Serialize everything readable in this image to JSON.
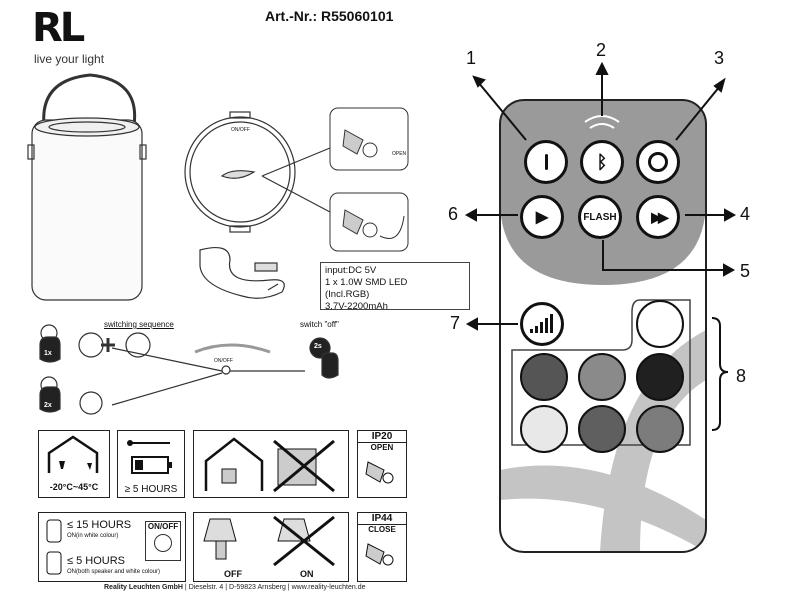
{
  "header": {
    "logo": "RL",
    "tagline": "live your light",
    "article_number": "Art.-Nr.: R55060101"
  },
  "lamp_base": {
    "onoff_label": "ON/OFF",
    "open_label": "OPEN"
  },
  "specs": {
    "lines": [
      "input:DC 5V",
      "1 x 1.0W SMD LED",
      "(Incl.RGB)",
      "3.7V-2200mAh"
    ]
  },
  "switching": {
    "sequence_label": "switching sequence",
    "switch_off_label": "switch \"off\"",
    "onoff_label": "ON/OFF",
    "one_tap": "1x",
    "two_tap": "2x",
    "hold": "2s"
  },
  "icons_row1": {
    "temperature": "-20°C~45°C",
    "battery_hours": "≥ 5 HOURS",
    "ip_rating": "IP20",
    "ip_state": "OPEN"
  },
  "icons_row2": {
    "white_hours": "≤ 15 HOURS",
    "white_note": "ON(in white colour)",
    "speaker_hours": "≤ 5 HOURS",
    "speaker_note": "ON(both speaker and white colour)",
    "onoff_button": "ON/OFF",
    "off_label": "OFF",
    "on_label": "ON",
    "ip_rating": "IP44",
    "ip_state": "CLOSE"
  },
  "footer": {
    "company": "Reality Leuchten GmbH",
    "street": "Dieselstr. 4",
    "city": "D-59823 Arnsberg",
    "web": "www.reality-leuchten.de"
  },
  "remote": {
    "callouts": [
      "1",
      "2",
      "3",
      "4",
      "5",
      "6",
      "7",
      "8"
    ],
    "flash_label": "FLASH",
    "colors": {
      "body": "#ffffff",
      "top_area": "#9a9a9a",
      "swirl": "#c4c4c4",
      "row1": [
        "#555555",
        "#8a8a8a",
        "#202020"
      ],
      "row2": [
        "#e8e8e8",
        "#5f5f5f",
        "#7c7c7c"
      ]
    }
  }
}
